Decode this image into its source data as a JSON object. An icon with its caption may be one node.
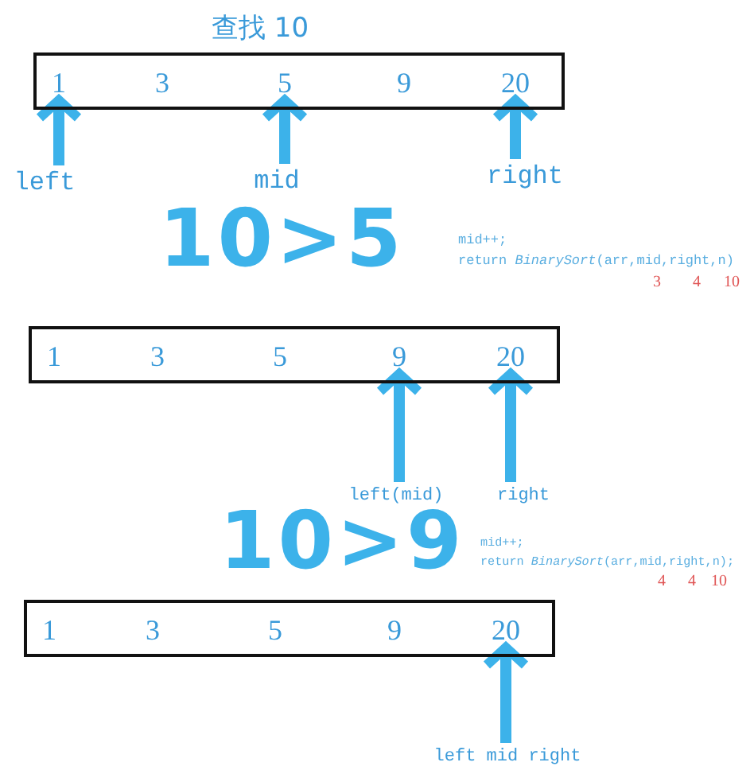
{
  "diagram": {
    "title": "查找 10",
    "nodes": [
      {
        "text": [],
        "shape": "box"
      },
      {
        "text": [
          "1"
        ],
        "in": 0
      },
      {
        "text": [
          "3"
        ],
        "in": 0
      },
      {
        "text": [
          "5"
        ],
        "in": 0
      },
      {
        "text": [
          "9"
        ],
        "in": 0
      },
      {
        "text": [
          "20"
        ],
        "in": 0
      },
      {
        "text": [],
        "shape": "box"
      },
      {
        "text": [
          "1"
        ],
        "in": 6
      },
      {
        "text": [
          "3"
        ],
        "in": 6
      },
      {
        "text": [
          "5"
        ],
        "in": 6
      },
      {
        "text": [
          "9"
        ],
        "in": 6
      },
      {
        "text": [
          "20"
        ],
        "in": 6
      },
      {
        "text": [],
        "shape": "box"
      },
      {
        "text": [
          "1"
        ],
        "in": 12
      },
      {
        "text": [
          "3"
        ],
        "in": 12
      },
      {
        "text": [
          "5"
        ],
        "in": 12
      },
      {
        "text": [
          "9"
        ],
        "in": 12
      },
      {
        "text": [
          "20"
        ],
        "in": 12
      },
      {
        "text": [
          "left"
        ]
      },
      {
        "text": [
          "mid"
        ]
      },
      {
        "text": [
          "right"
        ]
      },
      {
        "text": [
          "left(mid)"
        ]
      },
      {
        "text": [
          "right"
        ]
      },
      {
        "text": [
          "left mid right"
        ]
      }
    ],
    "edges": [
      {
        "from": 18,
        "to": 1,
        "arrow": "to"
      },
      {
        "from": 19,
        "to": 3,
        "arrow": "to"
      },
      {
        "from": 20,
        "to": 5,
        "arrow": "to"
      },
      {
        "from": 21,
        "to": 10,
        "arrow": "to"
      },
      {
        "from": 22,
        "to": 11,
        "arrow": "to"
      },
      {
        "from": 23,
        "to": 17,
        "arrow": "to"
      }
    ],
    "labels": [
      "10>5",
      "mid++;",
      "return *BinarySort*(arr,mid,right,n)",
      "3",
      "4",
      "10",
      "10>9",
      "mid++;",
      "return *BinarySort*(arr,mid,right,n);",
      "4",
      "4",
      "10"
    ]
  }
}
